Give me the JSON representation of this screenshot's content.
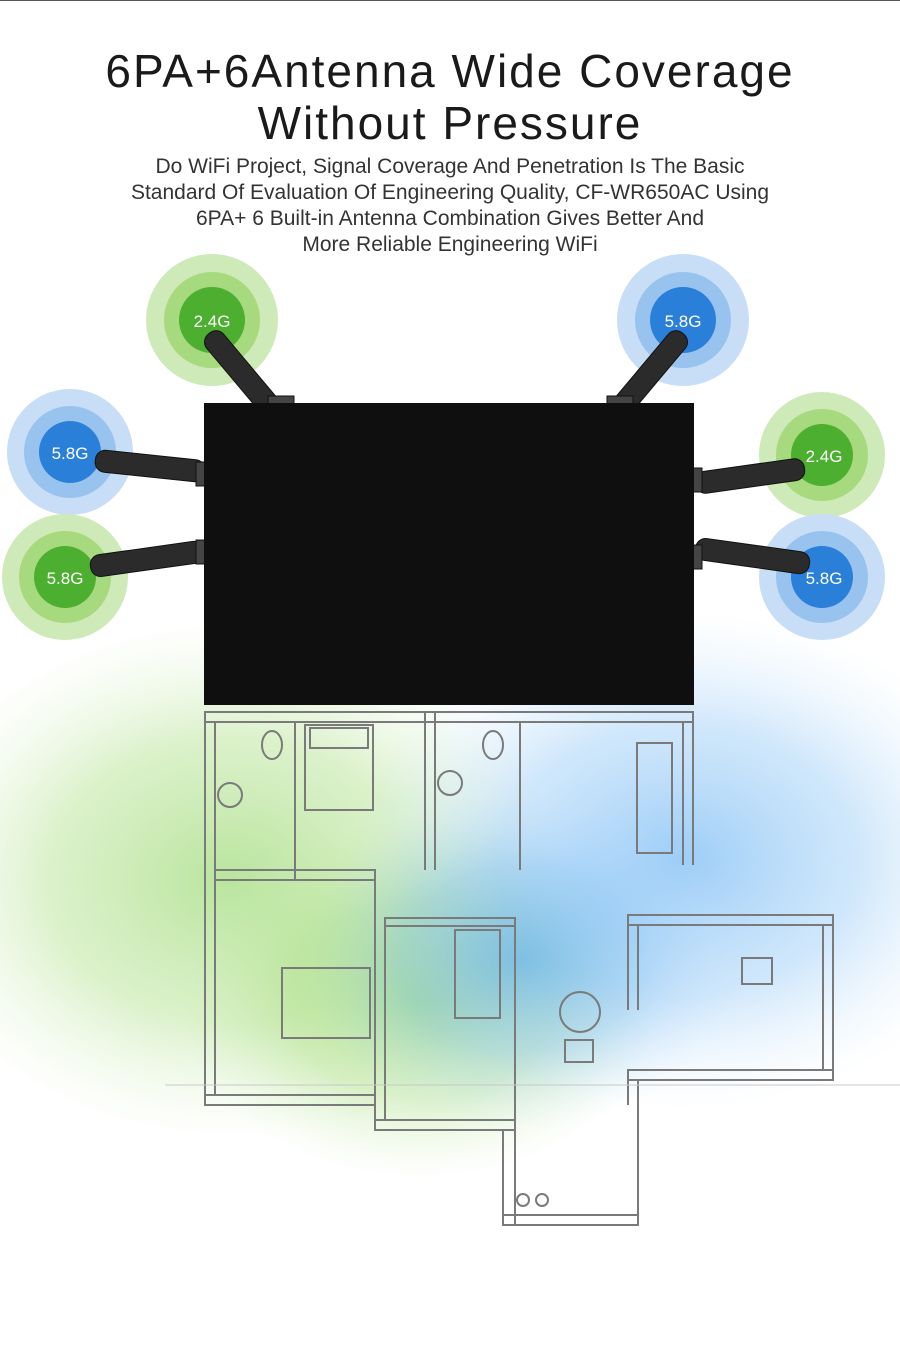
{
  "headline": {
    "line1": "6PA+6Antenna Wide Coverage",
    "line2": "Without Pressure"
  },
  "description": {
    "line1": "Do WiFi Project, Signal Coverage And Penetration Is The Basic",
    "line2": "Standard Of Evaluation Of Engineering Quality, CF-WR650AC Using",
    "line3": "6PA+ 6 Built-in Antenna Combination Gives Better And",
    "line4": "More Reliable Engineering WiFi"
  },
  "antennas": {
    "top_left": "2.4G",
    "top_right": "5.8G",
    "left_upper": "5.8G",
    "left_lower": "5.8G",
    "right_upper": "2.4G",
    "right_lower": "5.8G"
  },
  "colors": {
    "green": "#4caf2f",
    "blue": "#2a7fd8",
    "router": "#0f0f0f"
  }
}
